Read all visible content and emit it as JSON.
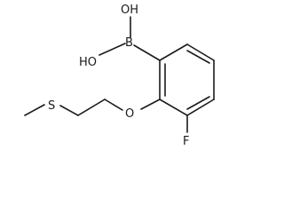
{
  "molecule": {
    "atoms": {
      "hydroxyl_1": "OH",
      "hydroxyl_2": "HO",
      "boron": "B",
      "ether_oxygen": "O",
      "sulfur": "S",
      "fluorine": "F"
    }
  }
}
